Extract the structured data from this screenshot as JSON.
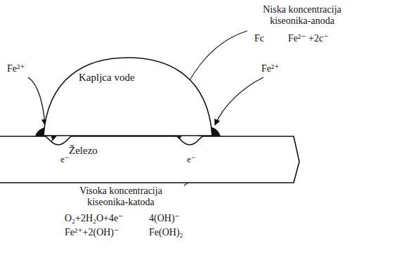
{
  "diagram": {
    "nodes": [
      {
        "text": [
          "Kapljca vode"
        ]
      },
      {
        "text": [
          "Železo"
        ]
      }
    ],
    "labels": [
      "Niska koncentracija kiseonika-anoda",
      "Fc",
      "Fe²⁻ +2c⁻",
      "Fe²⁺",
      "Fe²⁺",
      "e⁻",
      "e⁻",
      "Visoka koncentracija kiseonika-katoda",
      "O₂+2H₂O+4e⁻",
      "4(OH)⁻",
      "Fe²⁺+2(OH)⁻",
      "Fe(OH)₂"
    ]
  }
}
